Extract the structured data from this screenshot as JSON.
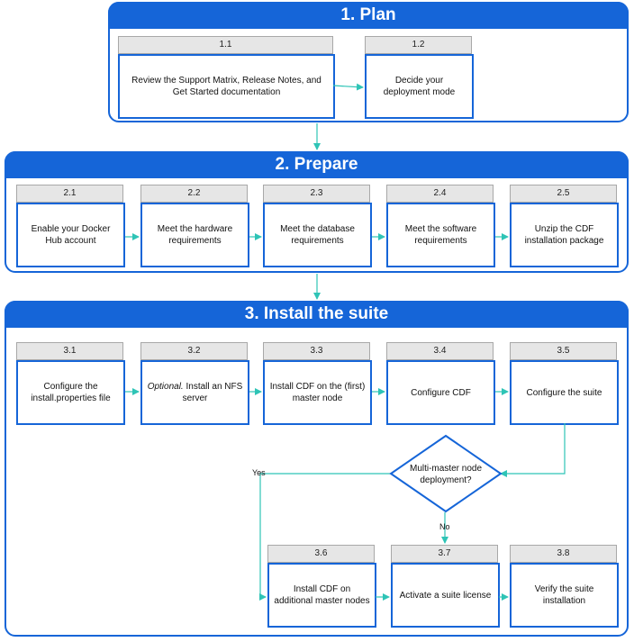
{
  "phases": [
    {
      "title": "1. Plan"
    },
    {
      "title": "2. Prepare"
    },
    {
      "title": "3. Install the suite"
    }
  ],
  "steps": {
    "s1_1": {
      "num": "1.1",
      "text": "Review the Support Matrix, Release Notes, and Get Started  documentation"
    },
    "s1_2": {
      "num": "1.2",
      "text": "Decide your deployment mode"
    },
    "s2_1": {
      "num": "2.1",
      "text": "Enable your Docker Hub account"
    },
    "s2_2": {
      "num": "2.2",
      "text": "Meet the hardware requirements"
    },
    "s2_3": {
      "num": "2.3",
      "text": "Meet the database requirements"
    },
    "s2_4": {
      "num": "2.4",
      "text": "Meet the software requirements"
    },
    "s2_5": {
      "num": "2.5",
      "text": "Unzip the CDF installation package"
    },
    "s3_1": {
      "num": "3.1",
      "text": "Configure the install.properties file"
    },
    "s3_2": {
      "num": "3.2",
      "text_italic": "Optional.",
      "text": " Install an NFS server"
    },
    "s3_3": {
      "num": "3.3",
      "text": "Install CDF on the (first) master node"
    },
    "s3_4": {
      "num": "3.4",
      "text": "Configure CDF"
    },
    "s3_5": {
      "num": "3.5",
      "text": "Configure the suite"
    },
    "s3_6": {
      "num": "3.6",
      "text": "Install CDF on additional master nodes"
    },
    "s3_7": {
      "num": "3.7",
      "text": "Activate a suite license"
    },
    "s3_8": {
      "num": "3.8",
      "text": "Verify the suite installation"
    }
  },
  "decision": {
    "text": "Multi-master node deployment?",
    "yes_label": "Yes",
    "no_label": "No"
  },
  "colors": {
    "accent": "#1565d8",
    "connector": "#2ec4b6",
    "number_bg": "#e6e6e6"
  }
}
